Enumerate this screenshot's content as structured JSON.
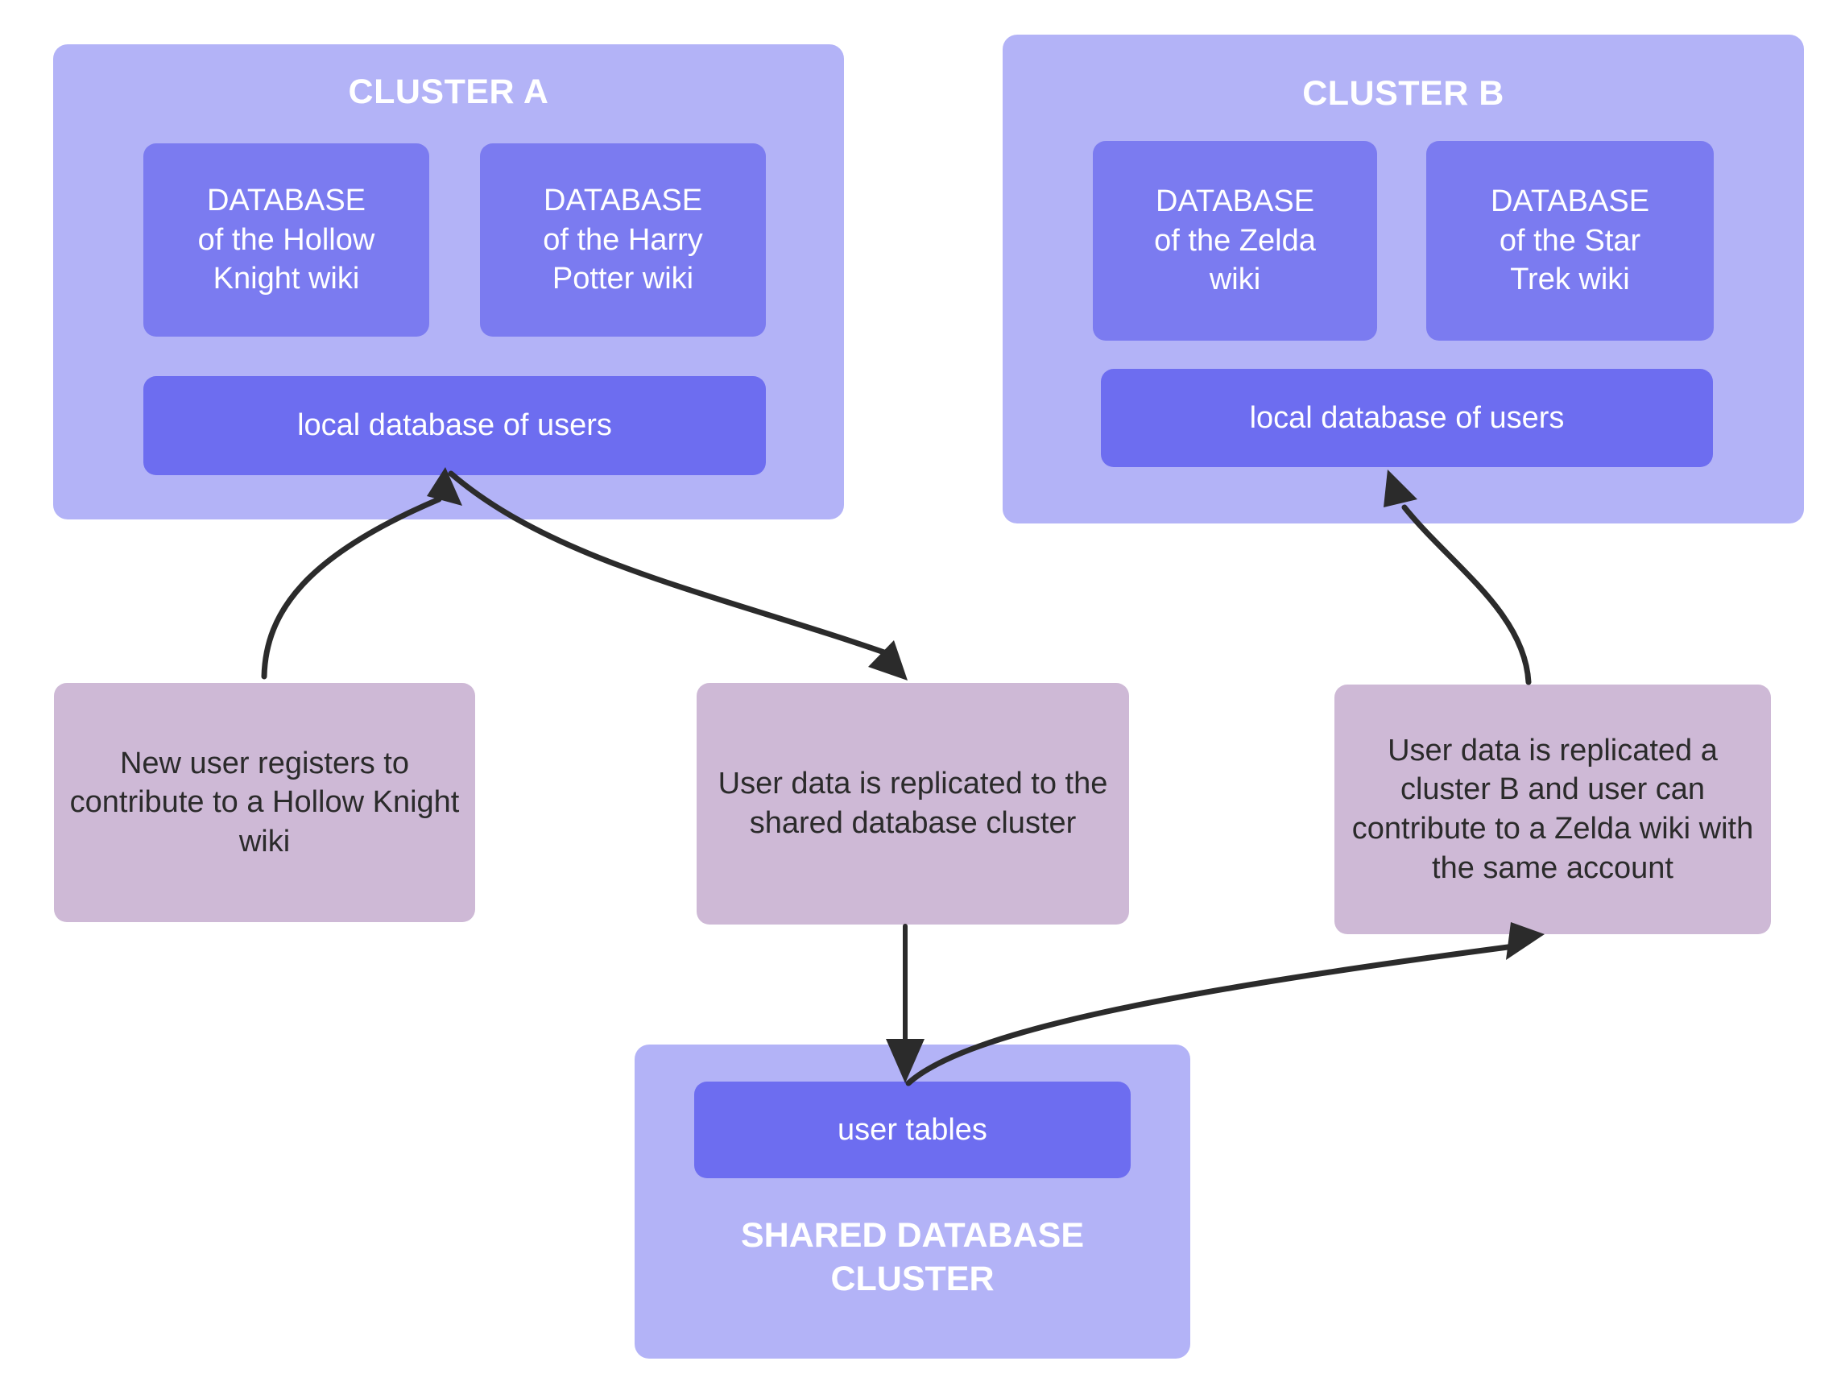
{
  "diagram": {
    "title_cluster_a": "CLUSTER A",
    "title_cluster_b": "CLUSTER B",
    "shared_cluster_title": "SHARED DATABASE CLUSTER",
    "colors": {
      "cluster_fill": "#b3b3f7",
      "database_fill": "#7b7bf0",
      "local_db_fill": "#6d6df0",
      "note_fill": "#ceb9d6",
      "arrow_stroke": "#2b2b2b",
      "cluster_label": "#ffffff",
      "note_text": "#2b2b2b",
      "background": "#ffffff"
    }
  },
  "cluster_a": {
    "title": "CLUSTER A",
    "databases": [
      {
        "line1": "DATABASE",
        "line2": "of the Hollow",
        "line3": "Knight wiki"
      },
      {
        "line1": "DATABASE",
        "line2": "of the Harry",
        "line3": "Potter wiki"
      }
    ],
    "local_db_label": "local database of users"
  },
  "cluster_b": {
    "title": "CLUSTER B",
    "databases": [
      {
        "line1": "DATABASE",
        "line2": "of the Zelda",
        "line3": "wiki"
      },
      {
        "line1": "DATABASE",
        "line2": "of the Star",
        "line3": "Trek wiki"
      }
    ],
    "local_db_label": "local database of users"
  },
  "shared_cluster": {
    "user_tables_label": "user tables",
    "title_line1": "SHARED DATABASE",
    "title_line2": "CLUSTER"
  },
  "notes": [
    {
      "id": "note-register",
      "text": "New user registers to contribute to a Hollow Knight wiki"
    },
    {
      "id": "note-replicate-shared",
      "text": "User data is replicated to the shared database cluster"
    },
    {
      "id": "note-replicate-cluster-b",
      "text": "User data is replicated a cluster B and user can contribute to a Zelda wiki with the same account"
    }
  ],
  "edges": [
    {
      "from": "note-register",
      "to": "cluster-a-local-db",
      "style": "curved-arrow"
    },
    {
      "from": "cluster-a-local-db",
      "to": "note-replicate-shared",
      "style": "curved-arrow"
    },
    {
      "from": "note-replicate-shared",
      "to": "shared-user-tables",
      "style": "straight-arrow"
    },
    {
      "from": "shared-user-tables",
      "to": "note-replicate-cluster-b",
      "style": "curved-arrow"
    },
    {
      "from": "note-replicate-cluster-b",
      "to": "cluster-b-local-db",
      "style": "curved-arrow"
    }
  ]
}
